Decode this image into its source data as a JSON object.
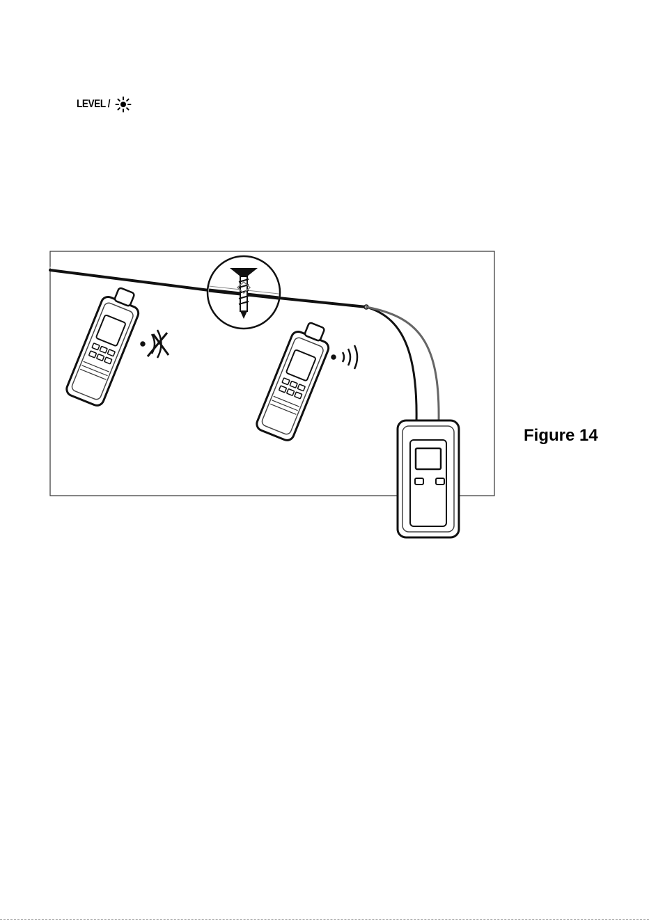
{
  "header": {
    "level_label": "LEVEL /",
    "level_icon": "brightness-sun-icon"
  },
  "figure": {
    "caption": "Figure 14",
    "elements": {
      "cable": "cable",
      "screw_magnifier": "screw-magnifier",
      "detector_left": "handheld-receiver-no-signal",
      "detector_left_icon": "sound-muted-icon",
      "detector_middle": "handheld-receiver-signal",
      "detector_middle_icon": "sound-waves-icon",
      "transmitter": "transmitter-unit"
    }
  }
}
